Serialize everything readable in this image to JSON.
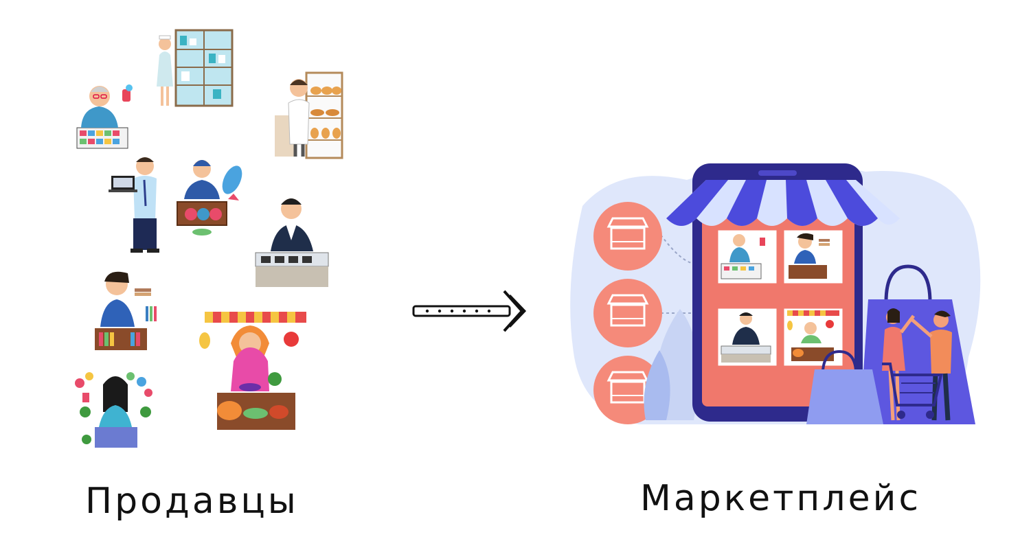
{
  "labels": {
    "sellers": "Продавцы",
    "marketplace": "Маркетплейс"
  },
  "colors": {
    "background": "#ffffff",
    "text": "#111111",
    "awning_blue": "#4c4bdc",
    "awning_light": "#d8e2ff",
    "phone_dark": "#2e2a8c",
    "store_red": "#f0786c",
    "coral_circle": "#f58a7a",
    "bg_blob": "#dfe7fb",
    "bag_purple": "#5d57e0"
  },
  "sellers": [
    {
      "id": "pharmacist-granny",
      "icon": "pharmacist-icon"
    },
    {
      "id": "pharmacy-nurse",
      "icon": "nurse-icon"
    },
    {
      "id": "baker",
      "icon": "baker-icon"
    },
    {
      "id": "tech-seller",
      "icon": "laptop-seller-icon"
    },
    {
      "id": "fishmonger",
      "icon": "fishmonger-icon"
    },
    {
      "id": "jeweler",
      "icon": "jeweler-icon"
    },
    {
      "id": "bookseller",
      "icon": "bookseller-icon"
    },
    {
      "id": "fruit-vendor",
      "icon": "fruit-vendor-icon"
    },
    {
      "id": "florist",
      "icon": "florist-icon"
    }
  ],
  "arrow_icon": "double-arrow-right-icon",
  "marketplace": {
    "store_slots": 4,
    "category_circles": 3
  }
}
